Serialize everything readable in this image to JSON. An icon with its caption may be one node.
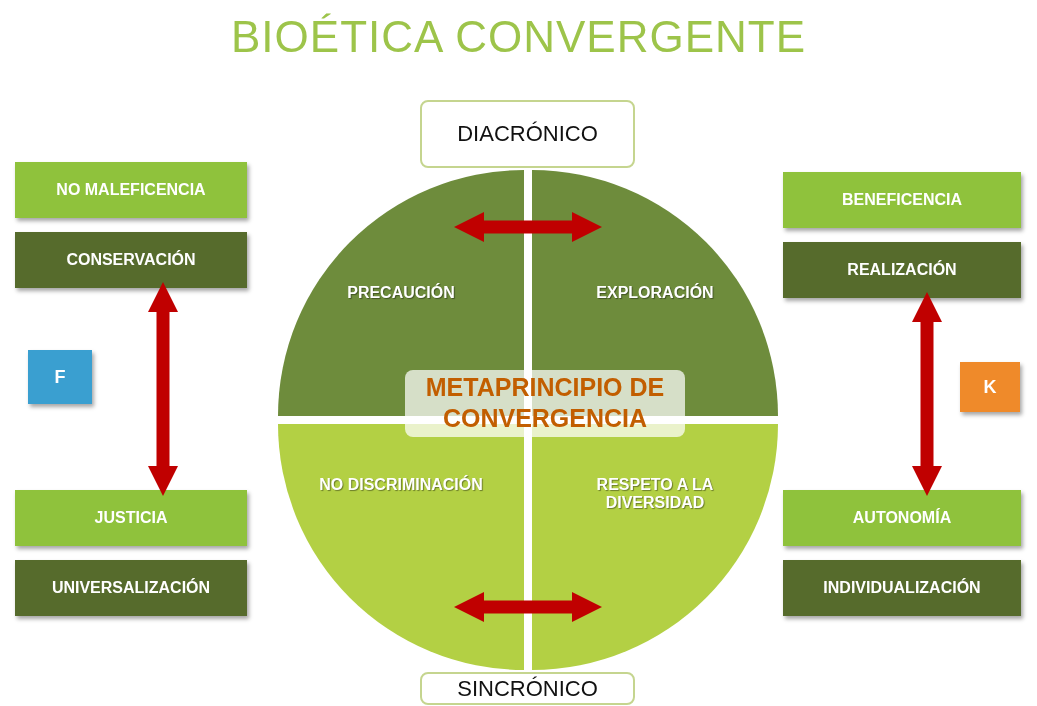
{
  "diagram": {
    "title": "BIOÉTICA CONVERGENTE",
    "nodes": [
      {
        "text": [
          "DIACRÓNICO"
        ]
      },
      {
        "text": [
          "NO MALEFICENCIA"
        ]
      },
      {
        "text": [
          "CONSERVACIÓN"
        ]
      },
      {
        "text": [
          "BENEFICENCIA"
        ]
      },
      {
        "text": [
          "REALIZACIÓN"
        ]
      },
      {
        "text": [
          "PRECAUCIÓN"
        ]
      },
      {
        "text": [
          "EXPLORACIÓN"
        ]
      },
      {
        "text": [
          "F"
        ]
      },
      {
        "text": [
          "K"
        ]
      },
      {
        "text": [
          "NO DISCRIMINACIÓN"
        ]
      },
      {
        "text": [
          "RESPETO A LA DIVERSIDAD"
        ]
      },
      {
        "text": [
          "JUSTICIA"
        ]
      },
      {
        "text": [
          "UNIVERSALIZACIÓN"
        ]
      },
      {
        "text": [
          "AUTONOMÍA"
        ]
      },
      {
        "text": [
          "INDIVIDUALIZACIÓN"
        ]
      },
      {
        "text": [
          "SINCRÓNICO"
        ]
      }
    ],
    "edges": [
      {
        "from": 5,
        "to": 6,
        "arrow": "both"
      },
      {
        "from": 2,
        "to": 11,
        "arrow": "both"
      },
      {
        "from": 4,
        "to": 13,
        "arrow": "both"
      },
      {
        "from": 9,
        "to": 10,
        "arrow": "both"
      }
    ],
    "labels": [
      "METAPRINCIPIO DE CONVERGENCIA"
    ]
  }
}
